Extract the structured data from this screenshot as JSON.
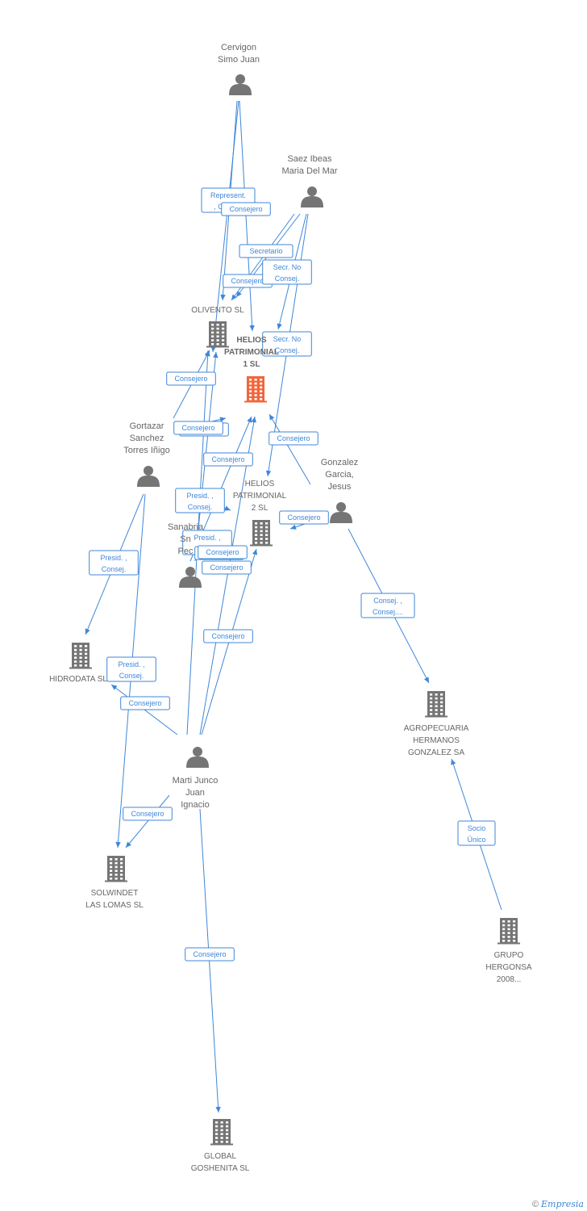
{
  "nodes": [
    {
      "id": "cervigon",
      "kind": "person",
      "lines": [
        "Cervigon",
        "Simo Juan"
      ]
    },
    {
      "id": "saez",
      "kind": "person",
      "lines": [
        "Saez Ibeas",
        "Maria Del Mar"
      ]
    },
    {
      "id": "olivento",
      "kind": "company",
      "lines": [
        "OLIVENTO SL"
      ]
    },
    {
      "id": "helios1",
      "kind": "company",
      "focus": true,
      "lines": [
        "HELIOS",
        "PATRIMONIAL",
        "1 SL"
      ]
    },
    {
      "id": "gortazar",
      "kind": "person",
      "lines": [
        "Gortazar",
        "Sanchez",
        "Torres Iñigo"
      ]
    },
    {
      "id": "gonzalez",
      "kind": "person",
      "lines": [
        "Gonzalez",
        "Garcia,",
        "Jesus"
      ]
    },
    {
      "id": "helios2",
      "kind": "company",
      "lines": [
        "HELIOS",
        "PATRIMONIAL",
        "2 SL"
      ]
    },
    {
      "id": "sanabria",
      "kind": "person",
      "lines": [
        "Sanabria",
        "Sn",
        "Pec"
      ]
    },
    {
      "id": "hidrodata",
      "kind": "company",
      "lines": [
        "HIDRODATA SL"
      ]
    },
    {
      "id": "agropecuaria",
      "kind": "company",
      "lines": [
        "AGROPECUARIA",
        "HERMANOS",
        "GONZALEZ SA"
      ]
    },
    {
      "id": "marti",
      "kind": "person",
      "lines": [
        "Marti Junco",
        "Juan",
        "Ignacio"
      ]
    },
    {
      "id": "solwindet",
      "kind": "company",
      "lines": [
        "SOLWINDET",
        "LAS LOMAS SL"
      ]
    },
    {
      "id": "grupo",
      "kind": "company",
      "lines": [
        "GRUPO",
        "HERGONSA",
        "2008..."
      ]
    },
    {
      "id": "global",
      "kind": "company",
      "lines": [
        "GLOBAL",
        "GOSHENITA SL"
      ]
    }
  ],
  "edges": [
    {
      "from": "cervigon",
      "to": "olivento",
      "label": [
        "Represent.",
        ", Consej."
      ]
    },
    {
      "from": "cervigon",
      "to": "helios1",
      "label": [
        "Consejero"
      ]
    },
    {
      "from": "saez",
      "to": "olivento",
      "label": [
        "Secretario"
      ]
    },
    {
      "from": "saez",
      "to": "olivento",
      "label": [
        "Consejero"
      ]
    },
    {
      "from": "saez",
      "to": "helios1",
      "label": [
        "Secr.  No",
        "Consej."
      ]
    },
    {
      "from": "saez",
      "to": "helios2",
      "label": [
        "Secr.  No",
        "Consej."
      ]
    },
    {
      "from": "gortazar",
      "to": "olivento",
      "label": [
        "Consejero"
      ]
    },
    {
      "from": "gortazar",
      "to": "helios1",
      "label": [
        "Consejero"
      ]
    },
    {
      "from": "gortazar",
      "to": "helios2",
      "label": [
        "Presid. ,",
        "Consej."
      ]
    },
    {
      "from": "gortazar",
      "to": "hidrodata",
      "label": [
        "Presid. ,",
        "Consej."
      ]
    },
    {
      "from": "gortazar",
      "to": "solwindet",
      "label": [
        "Presid. ,",
        "Consej."
      ]
    },
    {
      "from": "gonzalez",
      "to": "helios1",
      "label": [
        "Consejero"
      ]
    },
    {
      "from": "gonzalez",
      "to": "helios2",
      "label": [
        "Consejero"
      ]
    },
    {
      "from": "gonzalez",
      "to": "agropecuaria",
      "label": [
        "Consej. ,",
        "Consej...."
      ]
    },
    {
      "from": "sanabria",
      "to": "helios1",
      "label": [
        "Consejero"
      ]
    },
    {
      "from": "sanabria",
      "to": "olivento",
      "label": [
        "Presid. ,",
        "Consej."
      ]
    },
    {
      "from": "marti",
      "to": "olivento",
      "label": [
        "Consejero"
      ]
    },
    {
      "from": "marti",
      "to": "helios1",
      "label": [
        "Consejero"
      ]
    },
    {
      "from": "marti",
      "to": "helios2",
      "label": [
        "Consejero"
      ]
    },
    {
      "from": "marti",
      "to": "hidrodata",
      "label": [
        "Consejero"
      ]
    },
    {
      "from": "marti",
      "to": "solwindet",
      "label": [
        "Consejero"
      ]
    },
    {
      "from": "marti",
      "to": "global",
      "label": [
        "Consejero"
      ]
    },
    {
      "from": "grupo",
      "to": "agropecuaria",
      "label": [
        "Socio",
        "Único"
      ]
    },
    {
      "from": "cervigon",
      "to": "olivento",
      "label": [
        "Consejero"
      ]
    },
    {
      "from": "sanabria",
      "to": "helios2",
      "label": [
        "Consejero"
      ]
    }
  ],
  "footer": {
    "copyright": "©",
    "brand": "Empresia"
  },
  "colors": {
    "edge": "#3f87d8",
    "icon": "#757575",
    "focus": "#f2653a",
    "text": "#666666"
  }
}
